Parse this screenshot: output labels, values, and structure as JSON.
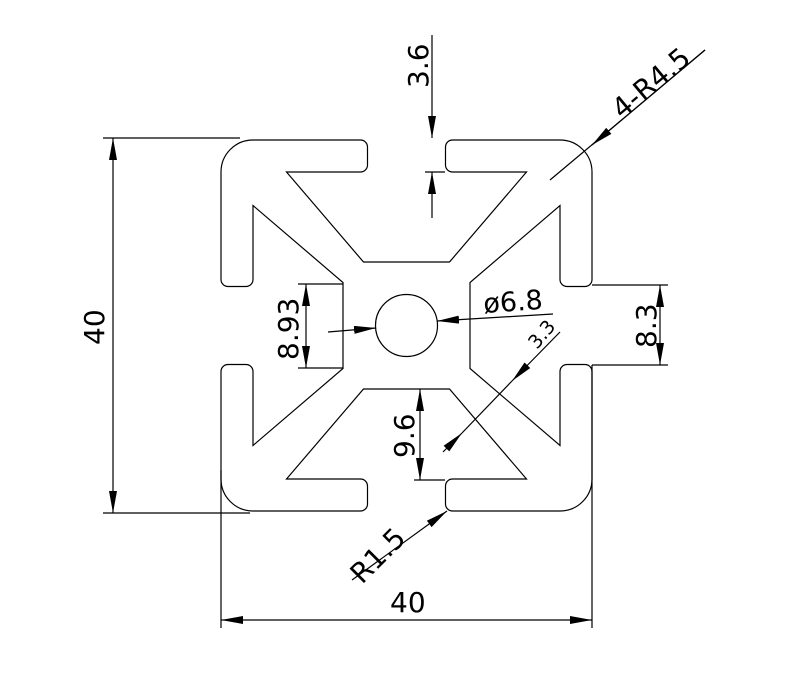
{
  "drawing": {
    "dimensions": {
      "slot_depth": "3.6",
      "corner_radius": "4-R4.5",
      "height": "40",
      "slot_inner_width": "8.93",
      "center_hole": "ø6.8",
      "web_thickness": "3.3",
      "slot_width": "8.3",
      "cavity_depth": "9.6",
      "fillet_radius": "R1.5",
      "width": "40"
    },
    "colors": {
      "line": "#000000",
      "background": "#ffffff"
    }
  }
}
